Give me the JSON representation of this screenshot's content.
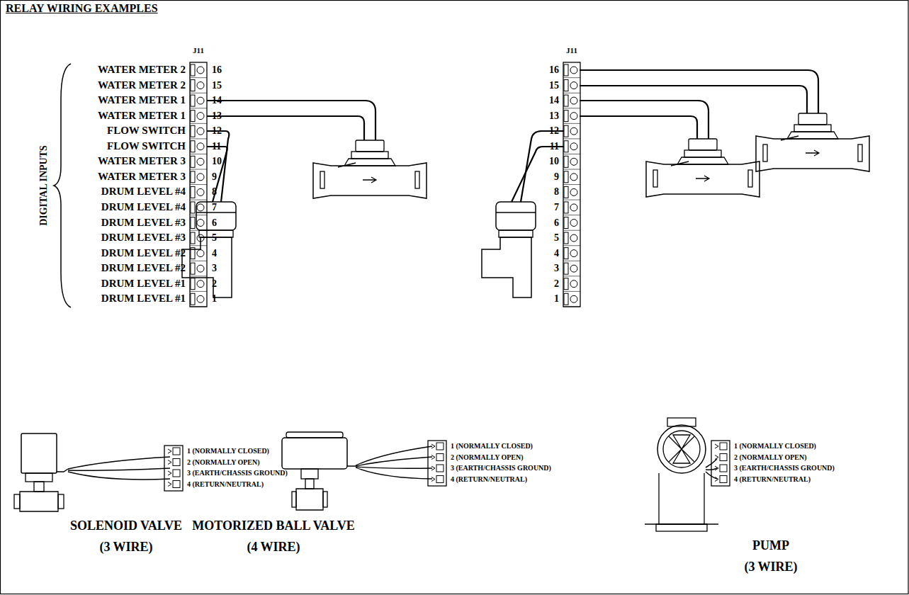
{
  "diagram": {
    "title": "RELAY WIRING EXAMPLES",
    "labels": [
      "J11",
      "DIGITAL INPUTS",
      "WATER METER 2",
      "WATER METER 2",
      "WATER METER 1",
      "WATER METER 1",
      "FLOW SWITCH",
      "FLOW SWITCH",
      "WATER METER 3",
      "WATER METER 3",
      "DRUM LEVEL #4",
      "DRUM LEVEL #4",
      "DRUM LEVEL #3",
      "DRUM LEVEL #3",
      "DRUM LEVEL #2",
      "DRUM LEVEL #2",
      "DRUM LEVEL #1",
      "DRUM LEVEL #1",
      "16",
      "15",
      "14",
      "13",
      "12",
      "11",
      "10",
      "9",
      "8",
      "7",
      "6",
      "5",
      "4",
      "3",
      "2",
      "1",
      "J11",
      "16",
      "15",
      "14",
      "13",
      "12",
      "11",
      "10",
      "9",
      "8",
      "7",
      "6",
      "5",
      "4",
      "3",
      "2",
      "1",
      "1 (NORMALLY CLOSED)",
      "2 (NORMALLY OPEN)",
      "3 (EARTH/CHASSIS GROUND)",
      "4 (RETURN/NEUTRAL)",
      "SOLENOID VALVE",
      "(3 WIRE)",
      "1 (NORMALLY CLOSED)",
      "2 (NORMALLY OPEN)",
      "3 (EARTH/CHASSIS GROUND)",
      "4 (RETURN/NEUTRAL)",
      "MOTORIZED BALL VALVE",
      "(4 WIRE)",
      "1 (NORMALLY CLOSED)",
      "2 (NORMALLY OPEN)",
      "3 (EARTH/CHASSIS GROUND)",
      "4 (RETURN/NEUTRAL)",
      "PUMP",
      "(3 WIRE)"
    ]
  }
}
